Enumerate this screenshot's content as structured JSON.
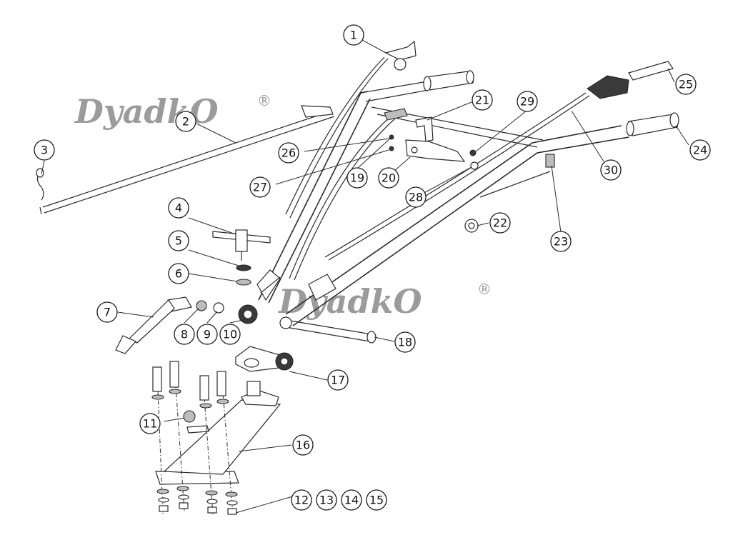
{
  "watermark": {
    "text": "DyadkO",
    "mark": "®"
  },
  "callouts": [
    {
      "id": "1",
      "label": "1"
    },
    {
      "id": "2",
      "label": "2"
    },
    {
      "id": "3",
      "label": "3"
    },
    {
      "id": "4",
      "label": "4"
    },
    {
      "id": "5",
      "label": "5"
    },
    {
      "id": "6",
      "label": "6"
    },
    {
      "id": "7",
      "label": "7"
    },
    {
      "id": "8",
      "label": "8"
    },
    {
      "id": "9",
      "label": "9"
    },
    {
      "id": "10",
      "label": "10"
    },
    {
      "id": "11",
      "label": "11"
    },
    {
      "id": "12",
      "label": "12"
    },
    {
      "id": "13",
      "label": "13"
    },
    {
      "id": "14",
      "label": "14"
    },
    {
      "id": "15",
      "label": "15"
    },
    {
      "id": "16",
      "label": "16"
    },
    {
      "id": "17",
      "label": "17"
    },
    {
      "id": "18",
      "label": "18"
    },
    {
      "id": "19",
      "label": "19"
    },
    {
      "id": "20",
      "label": "20"
    },
    {
      "id": "21",
      "label": "21"
    },
    {
      "id": "22",
      "label": "22"
    },
    {
      "id": "23",
      "label": "23"
    },
    {
      "id": "24",
      "label": "24"
    },
    {
      "id": "25",
      "label": "25"
    },
    {
      "id": "26",
      "label": "26"
    },
    {
      "id": "27",
      "label": "27"
    },
    {
      "id": "28",
      "label": "28"
    },
    {
      "id": "29",
      "label": "29"
    },
    {
      "id": "30",
      "label": "30"
    }
  ]
}
